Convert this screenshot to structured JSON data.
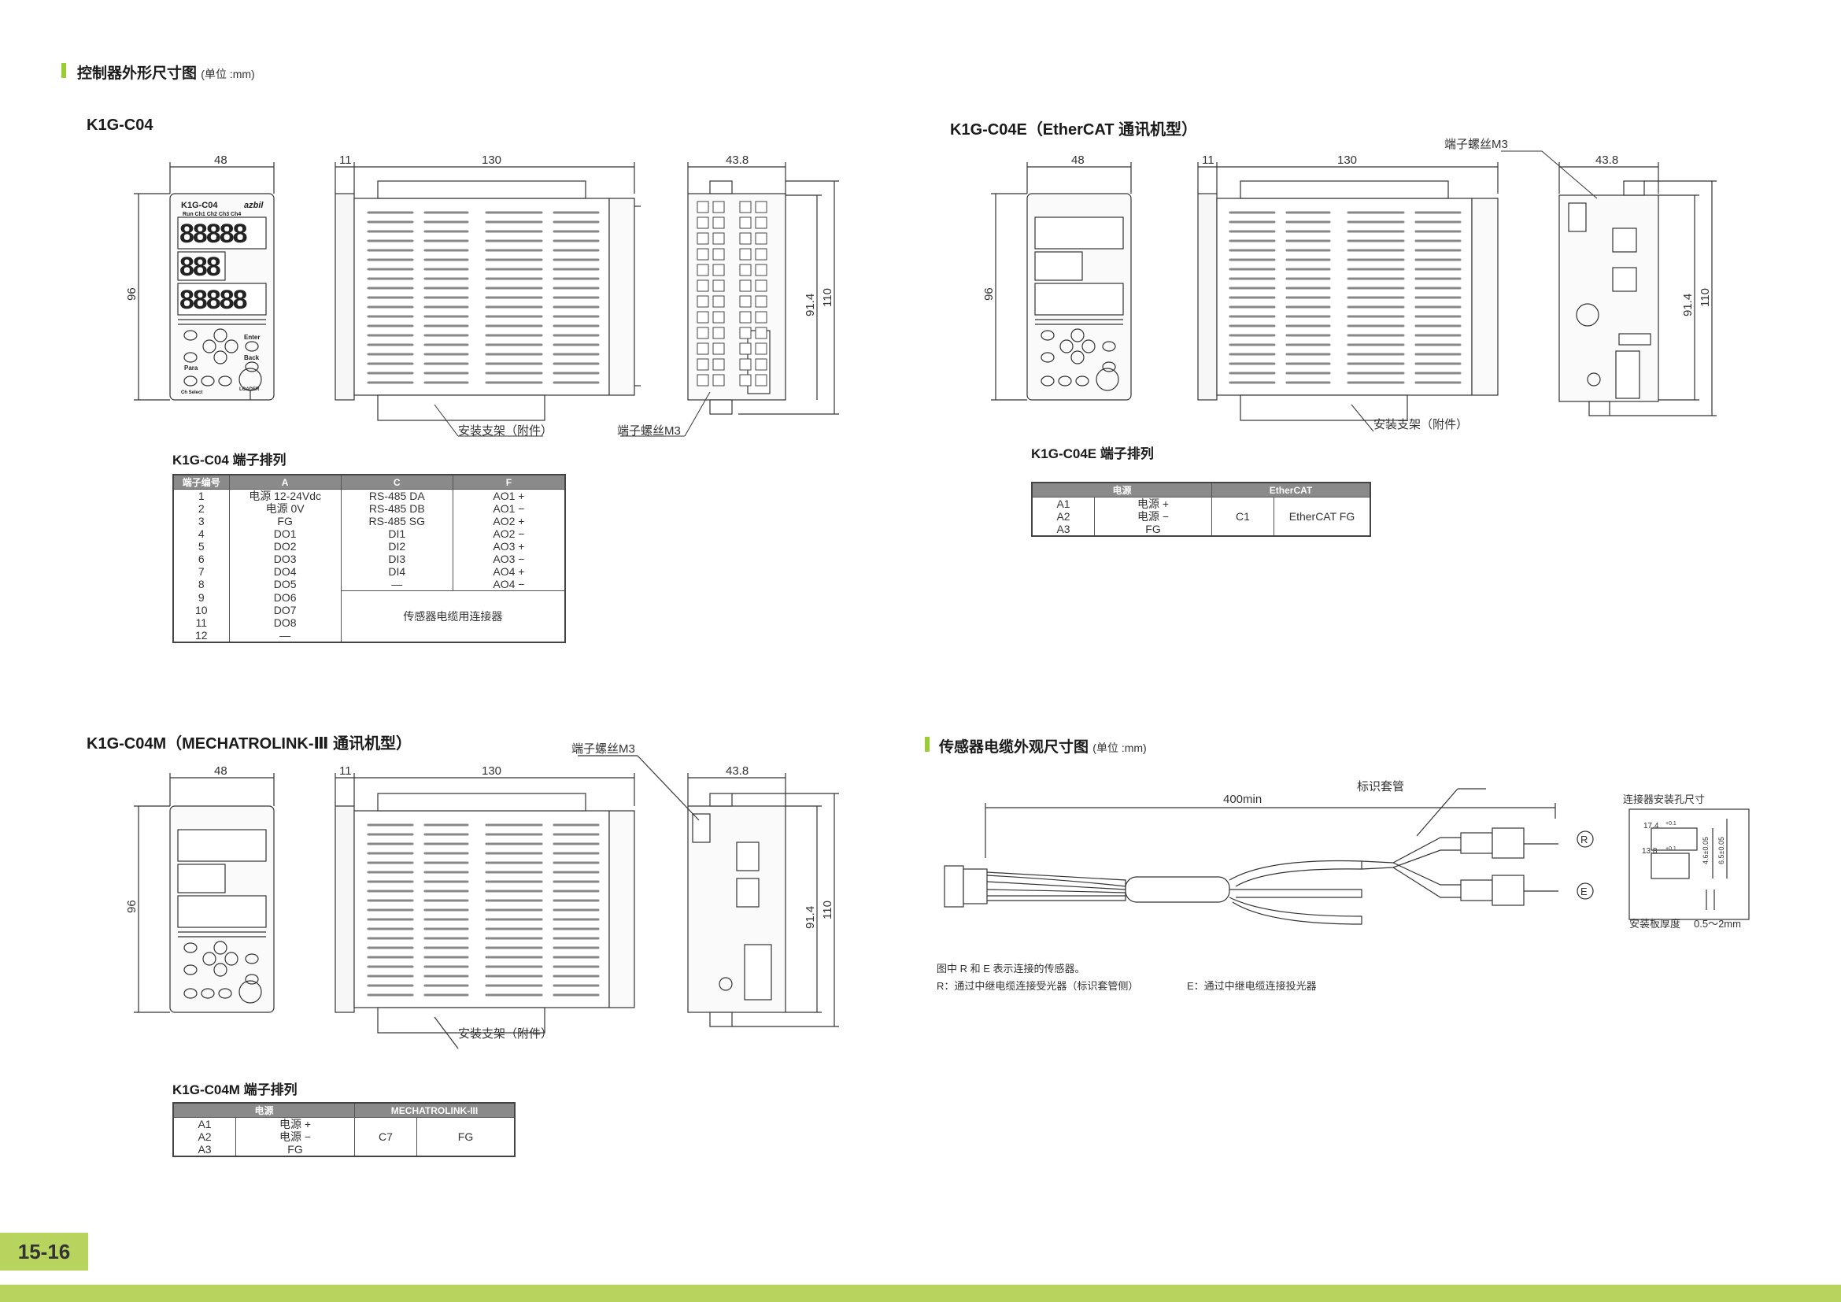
{
  "section1": {
    "title": "控制器外形尺寸图",
    "unit": "(单位 :mm)"
  },
  "section2": {
    "title": "传感器电缆外观尺寸图",
    "unit": "(单位 :mm)"
  },
  "models": {
    "c04": {
      "name": "K1G-C04",
      "table_title": "K1G-C04 端子排列"
    },
    "c04e": {
      "name": "K1G-C04E（EtherCAT 通讯机型）",
      "table_title": "K1G-C04E 端子排列"
    },
    "c04m": {
      "name": "K1G-C04M（MECHATROLINK-Ⅲ 通讯机型）",
      "table_title": "K1G-C04M 端子排列"
    }
  },
  "dims": {
    "w48": "48",
    "d11": "11",
    "d130": "130",
    "w43_8": "43.8",
    "h96": "96",
    "h91_4": "91.4",
    "h110": "110",
    "bracket": "安装支架（附件）",
    "screw": "端子螺丝M3"
  },
  "front_panel": {
    "model": "K1G-C04",
    "brand": "azbil",
    "leds": "Run  Ch1 Ch2 Ch3 Ch4",
    "digits": "88888",
    "digits3": "888",
    "loader": "LOADER",
    "enter": "Enter",
    "para": "Para",
    "back": "Back",
    "chselect": "Ch Select"
  },
  "table_c04": {
    "headers": [
      "端子编号",
      "A",
      "C",
      "F"
    ],
    "rows": [
      [
        "1",
        "电源  12-24Vdc",
        "RS-485  DA",
        "AO1 +"
      ],
      [
        "2",
        "电源  0V",
        "RS-485  DB",
        "AO1 −"
      ],
      [
        "3",
        "FG",
        "RS-485  SG",
        "AO2 +"
      ],
      [
        "4",
        "DO1",
        "DI1",
        "AO2 −"
      ],
      [
        "5",
        "DO2",
        "DI2",
        "AO3 +"
      ],
      [
        "6",
        "DO3",
        "DI3",
        "AO3 −"
      ],
      [
        "7",
        "DO4",
        "DI4",
        "AO4 +"
      ],
      [
        "8",
        "DO5",
        "—",
        "AO4 −"
      ],
      [
        "9",
        "DO6",
        "",
        ""
      ],
      [
        "10",
        "DO7",
        "",
        ""
      ],
      [
        "11",
        "DO8",
        "",
        ""
      ],
      [
        "12",
        "—",
        "",
        ""
      ]
    ],
    "merged": "传感器电缆用连接器"
  },
  "table_c04e": {
    "headers": [
      "电源",
      "EtherCAT"
    ],
    "rows": [
      [
        "A1",
        "电源 +"
      ],
      [
        "A2",
        "电源 −"
      ],
      [
        "A3",
        "FG"
      ]
    ],
    "conn": "C1",
    "conn_desc": "EtherCAT FG"
  },
  "table_c04m": {
    "headers": [
      "电源",
      "MECHATROLINK-III"
    ],
    "rows": [
      [
        "A1",
        "电源 +"
      ],
      [
        "A2",
        "电源 −"
      ],
      [
        "A3",
        "FG"
      ]
    ],
    "conn": "C7",
    "conn_desc": "FG"
  },
  "cable": {
    "length": "400min",
    "sleeve": "标识套管",
    "r": "R",
    "e": "E",
    "hole_title": "连接器安装孔尺寸",
    "hole_w1": "17.4",
    "hole_w2": "13.8",
    "hole_h1": "4.6±0.05",
    "hole_h2": "6.5±0.05",
    "tol": "+0.1",
    "tol0": "0",
    "plate": "安装板厚度",
    "plate_range": "0.5～2mm",
    "note1": "图中 R 和 E 表示连接的传感器。",
    "note2": "R：通过中继电缆连接受光器（标识套管侧）",
    "note3": "E：通过中继电缆连接投光器"
  },
  "page_number": "15-16"
}
